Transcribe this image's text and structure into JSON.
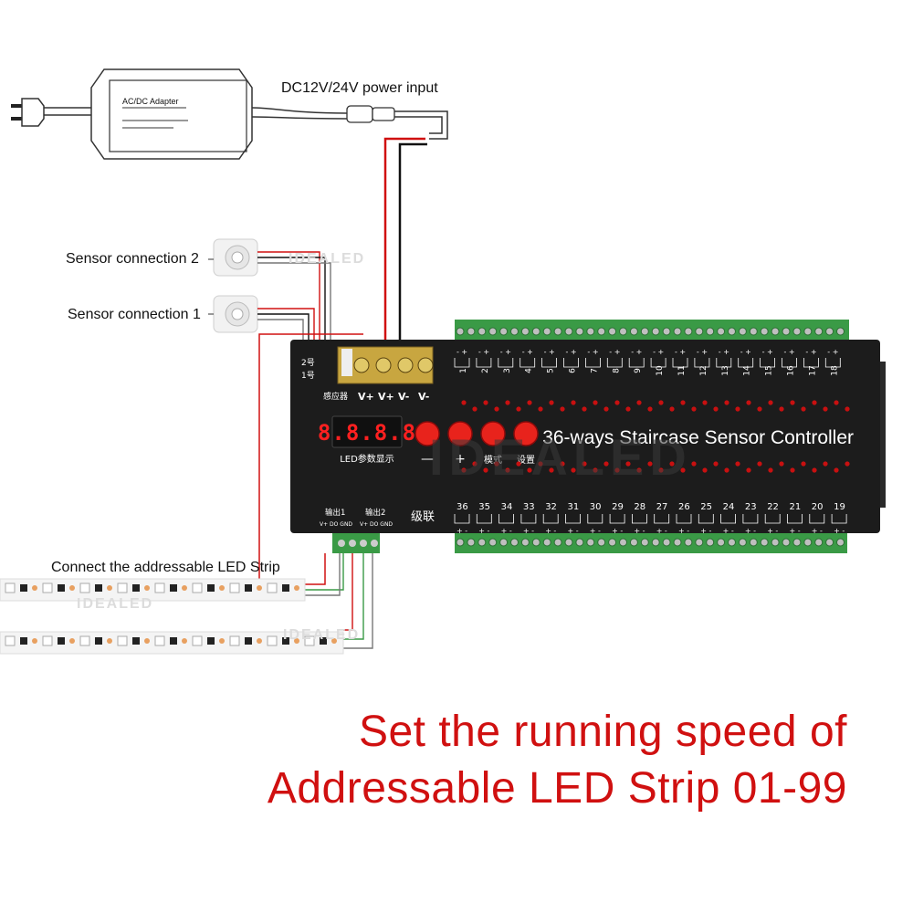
{
  "adapter": {
    "label": "AC/DC Adapter"
  },
  "power": {
    "label": "DC12V/24V power input"
  },
  "sensors": {
    "s2": "Sensor connection 2",
    "s1": "Sensor connection 1"
  },
  "strip": {
    "label": "Connect the addressable LED Strip"
  },
  "watermark": "IDEALED",
  "controller": {
    "title": "36-ways Staircase Sensor Controller",
    "display_value": "8.8.8.8",
    "display_caption": "LED参数显示",
    "buttons": [
      {
        "symbol": "—",
        "caption": ""
      },
      {
        "symbol": "+",
        "caption": ""
      },
      {
        "symbol": "",
        "caption": "模式"
      },
      {
        "symbol": "",
        "caption": "设置"
      }
    ],
    "power_terminal_labels": [
      "V+",
      "V+",
      "V-",
      "V-"
    ],
    "sensor_labels": [
      "2号",
      "1号"
    ],
    "sensor_terminal_label": "感应器",
    "output_labels": [
      "输出1",
      "输出2"
    ],
    "output_pin_labels": "V+ DO GND",
    "cascade_label": "级联",
    "top_channels": [
      "1",
      "2",
      "3",
      "4",
      "5",
      "6",
      "7",
      "8",
      "9",
      "10",
      "11",
      "12",
      "13",
      "14",
      "15",
      "16",
      "17",
      "18"
    ],
    "bottom_channels": [
      "36",
      "35",
      "34",
      "33",
      "32",
      "31",
      "30",
      "29",
      "28",
      "27",
      "26",
      "25",
      "24",
      "23",
      "22",
      "21",
      "20",
      "19"
    ]
  },
  "headline": {
    "line1": "Set the running speed of",
    "line2": "Addressable LED Strip 01-99"
  },
  "colors": {
    "accent": "#d01010",
    "body": "#1c1c1c",
    "terminal": "#3a9a46",
    "button": "#e8231c",
    "led": "#c81010"
  }
}
